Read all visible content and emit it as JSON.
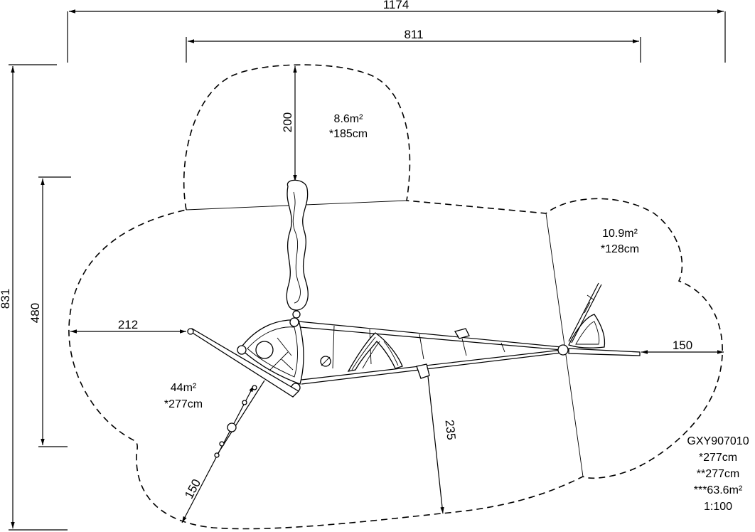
{
  "dimensions": {
    "overall_width": "1174",
    "inner_width": "811",
    "overall_height": "831",
    "inner_height": "480",
    "swing_clearance": "200",
    "left_clearance": "212",
    "right_clearance": "150",
    "bottom_clearance": "235",
    "diagonal_clearance": "150"
  },
  "zones": {
    "top": {
      "area": "8.6m²",
      "height": "*185cm"
    },
    "right": {
      "area": "10.9m²",
      "height": "*128cm"
    },
    "main": {
      "area": "44m²",
      "height": "*277cm"
    }
  },
  "title_block": {
    "code": "GXY907010",
    "line1": "*277cm",
    "line2": "**277cm",
    "line3": "***63.6m²",
    "scale": "1:100"
  }
}
